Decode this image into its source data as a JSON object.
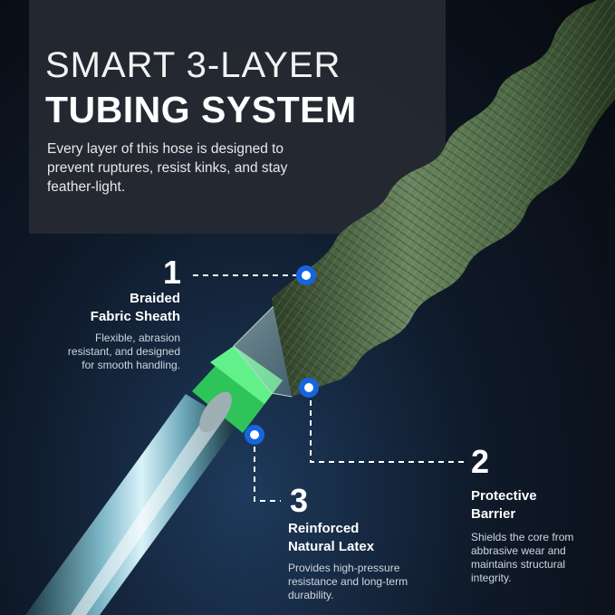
{
  "header": {
    "title_line1": "SMART 3-LAYER",
    "title_line2": "TUBING SYSTEM",
    "intro": "Every layer of this hose is designed to prevent ruptures, resist kinks, and stay feather-light."
  },
  "layers": [
    {
      "number": "1",
      "label_line1": "Braided",
      "label_line2": "Fabric Sheath",
      "description": "Flexible, abrasion resistant, and designed for smooth handling."
    },
    {
      "number": "2",
      "label_line1": "Protective",
      "label_line2": "Barrier",
      "description": "Shields the core from abbrasive wear and maintains structural integrity."
    },
    {
      "number": "3",
      "label_line1": "Reinforced",
      "label_line2": "Natural Latex",
      "description": "Provides high-pressure resistance and long-term durability."
    }
  ],
  "colors": {
    "sheath_green": "#55704a",
    "connector_green": "#3ddc6a",
    "marker_blue": "#1565e0",
    "background_dark": "#07090e"
  }
}
